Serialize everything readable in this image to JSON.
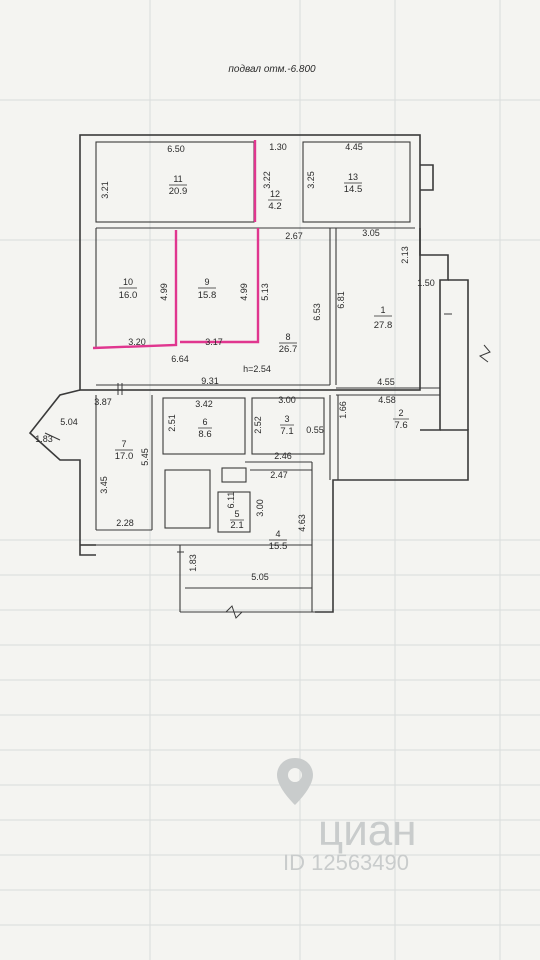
{
  "plan_title": "подвал отм.-6.800",
  "height_note": "h=2.54",
  "rooms": [
    {
      "num": "1",
      "area": "27.8"
    },
    {
      "num": "2",
      "area": "7.6"
    },
    {
      "num": "3",
      "area": "7.1"
    },
    {
      "num": "4",
      "area": "15.5"
    },
    {
      "num": "5",
      "area": "2.1"
    },
    {
      "num": "6",
      "area": "8.6"
    },
    {
      "num": "7",
      "area": "17.0"
    },
    {
      "num": "8",
      "area": "26.7"
    },
    {
      "num": "9",
      "area": "15.8"
    },
    {
      "num": "10",
      "area": "16.0"
    },
    {
      "num": "11",
      "area": "20.9"
    },
    {
      "num": "12",
      "area": "4.2"
    },
    {
      "num": "13",
      "area": "14.5"
    }
  ],
  "dimensions": [
    "6.50",
    "1.30",
    "4.45",
    "3.21",
    "3.22",
    "3.25",
    "2.67",
    "3.05",
    "2.13",
    "1.50",
    "4.99",
    "4.99",
    "5.13",
    "6.53",
    "6.81",
    "3.20",
    "3.17",
    "6.64",
    "9.31",
    "4.55",
    "3.87",
    "3.42",
    "3.00",
    "4.58",
    "5.04",
    "2.51",
    "2.52",
    "0.55",
    "1.66",
    "1.83",
    "5.45",
    "2.46",
    "2.47",
    "3.45",
    "3.00",
    "4.63",
    "2.28",
    "1.83",
    "5.05",
    "6.11"
  ],
  "watermark": {
    "brand": "циан",
    "id": "ID 12563490"
  },
  "icons": {
    "watermark": "location-pin-icon"
  },
  "colors": {
    "wall": "#3a3a3a",
    "highlight": "#e0368f",
    "paper": "#f4f4f1",
    "watermark": "#c9cccc"
  }
}
